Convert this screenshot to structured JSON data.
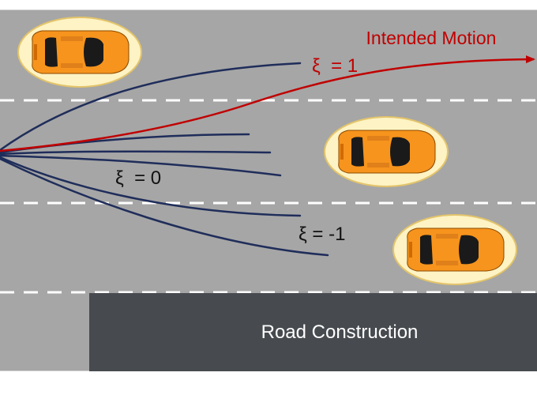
{
  "labels": {
    "intended_motion": "Intended Motion",
    "xi_plus_one": "ξ  = 1",
    "xi_zero": "ξ  = 0",
    "xi_minus_one": "ξ = -1",
    "road_construction": "Road Construction"
  },
  "colors": {
    "road": "#a6a6a6",
    "lane_marking": "#ffffff",
    "construction_zone": "#474b4f",
    "construction_text": "#ffffff",
    "trajectory": "#1f2d5a",
    "intended_motion": "#c00000",
    "car_body": "#f7941d",
    "car_glass": "#1a1a1a",
    "car_halo": "#fdf3c4",
    "car_halo_stroke": "#e3c46b"
  },
  "icons": {
    "car": "car-top-view-icon",
    "arrow": "arrow-head-icon"
  }
}
